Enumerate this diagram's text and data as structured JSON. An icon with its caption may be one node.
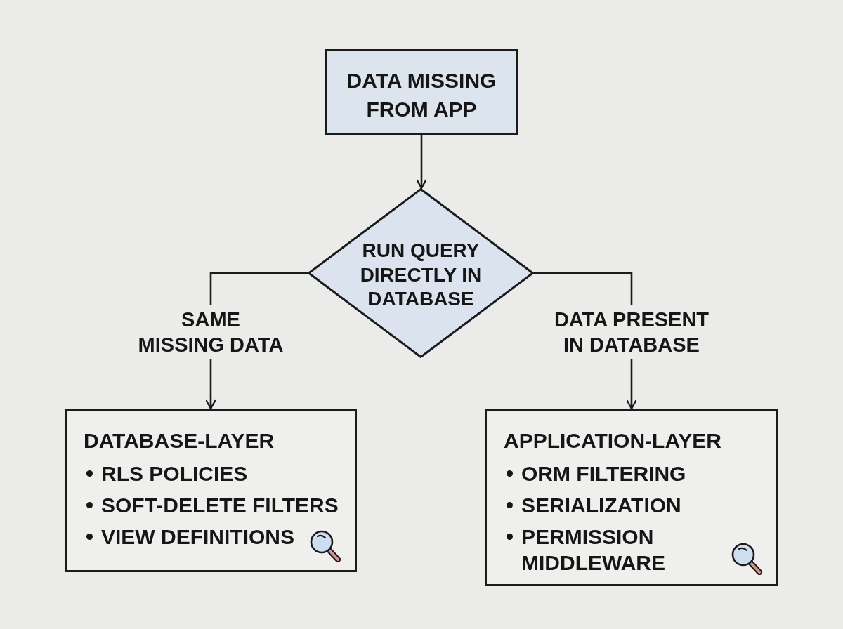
{
  "diagram": {
    "nodes": [
      {
        "text": [
          "DATA MISSING FROM APP"
        ]
      },
      {
        "text": [
          "RUN QUERY DIRECTLY IN DATABASE"
        ]
      },
      {
        "text": [
          "DATABASE-LAYER",
          "RLS POLICIES",
          "SOFT-DELETE FILTERS",
          "VIEW DEFINITIONS"
        ]
      },
      {
        "text": [
          "APPLICATION-LAYER",
          "ORM FILTERING",
          "SERIALIZATION",
          "PERMISSION MIDDLEWARE"
        ]
      }
    ],
    "edges": [
      {
        "from": 0,
        "to": 1,
        "arrow": "to"
      },
      {
        "from": 1,
        "to": 2,
        "arrow": "to",
        "label": "SAME MISSING DATA"
      },
      {
        "from": 1,
        "to": 3,
        "arrow": "to",
        "label": "DATA PRESENT IN DATABASE"
      }
    ]
  }
}
